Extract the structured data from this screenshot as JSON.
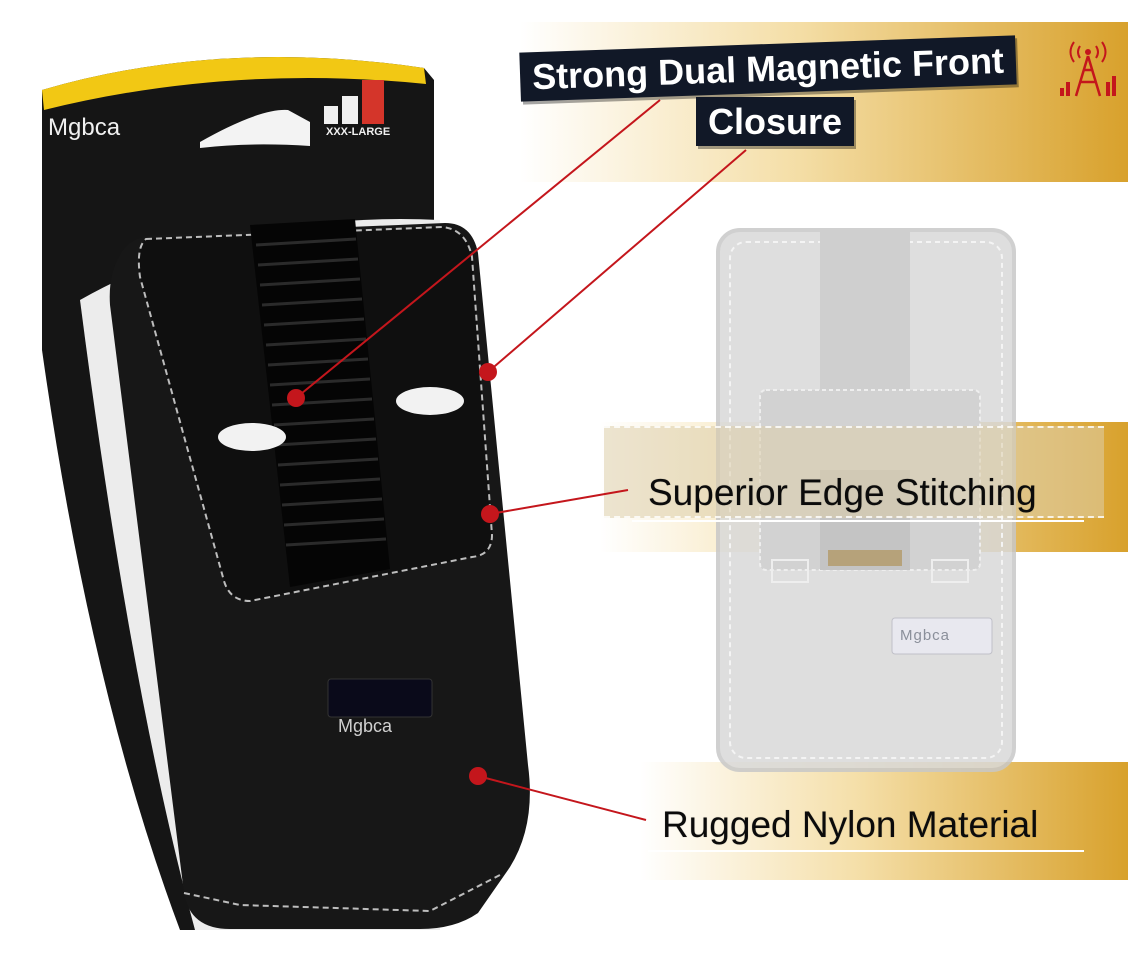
{
  "callouts": {
    "closure_line1": "Strong Dual Magnetic Front",
    "closure_line2": "Closure",
    "stitching": "Superior Edge Stitching",
    "material": "Rugged Nylon Material"
  },
  "packaging": {
    "brand": "Mgbca",
    "size_label": "XXX-LARGE"
  },
  "holster": {
    "front_logo": "Mgbca",
    "back_logo": "Mgbca"
  },
  "colors": {
    "accent_gold": "#d8a12c",
    "callout_red": "#c4161c",
    "label_dark": "#111827",
    "holster_black": "#141414",
    "card_yellow": "#f2c814"
  },
  "icons": [
    "cell-tower-icon",
    "signal-bars-icon"
  ]
}
